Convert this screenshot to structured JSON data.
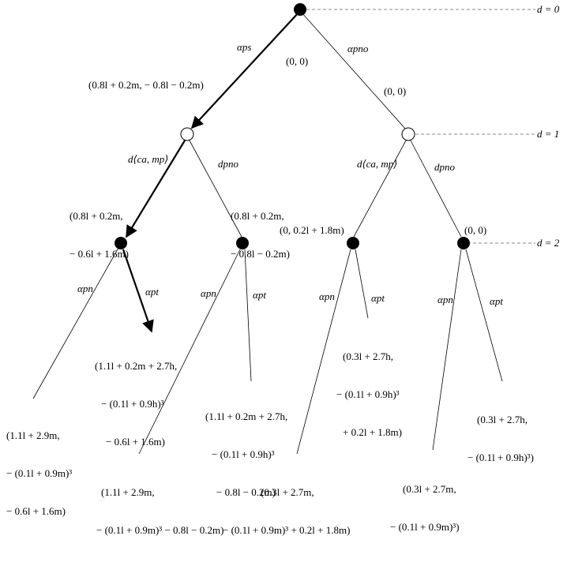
{
  "depth_labels": {
    "d0": "d = 0",
    "d1": "d = 1",
    "d2": "d = 2"
  },
  "edges": {
    "root_left": "αps",
    "root_right": "αpno",
    "n1L_left": "d⟨ca, mp⟩",
    "n1L_right": "dpno",
    "n1R_left": "d⟨ca, mp⟩",
    "n1R_right": "dpno",
    "n2a_left": "αpn",
    "n2a_right": "αpt",
    "n2b_left": "αpn",
    "n2b_right": "αpt",
    "n2c_left": "αpn",
    "n2c_right": "αpt",
    "n2d_left": "αpn",
    "n2d_right": "αpt"
  },
  "payoffs": {
    "root_center": "(0, 0)",
    "n1L": "(0.8l + 0.2m, − 0.8l − 0.2m)",
    "n1R": "(0, 0)",
    "n2a": [
      "(0.8l + 0.2m,",
      "− 0.6l + 1.6m)"
    ],
    "n2b": [
      "(0.8l + 0.2m,",
      "− 0.8l − 0.2m)"
    ],
    "n2c": "(0, 0.2l + 1.8m)",
    "n2d": "(0, 0)",
    "leaf_a_pt": [
      "(1.1l + 0.2m + 2.7h,",
      "− (0.1l + 0.9h)³",
      "− 0.6l + 1.6m)"
    ],
    "leaf_a_pn": [
      "(1.1l + 2.9m,",
      "− (0.1l + 0.9m)³",
      "− 0.6l + 1.6m)"
    ],
    "leaf_b_pt": [
      "(1.1l + 0.2m + 2.7h,",
      "− (0.1l + 0.9h)³",
      "− 0.8l − 0.2m)"
    ],
    "leaf_b_pn": [
      "(1.1l + 2.9m,",
      "− (0.1l + 0.9m)³ − 0.8l − 0.2m)"
    ],
    "leaf_c_pt": [
      "(0.3l + 2.7h,",
      "− (0.1l + 0.9h)³",
      "+ 0.2l + 1.8m)"
    ],
    "leaf_c_pn": [
      "(0.3l + 2.7m,",
      "− (0.1l + 0.9m)³ + 0.2l + 1.8m)"
    ],
    "leaf_d_pt": [
      "(0.3l + 2.7h,",
      "− (0.1l + 0.9h)³)"
    ],
    "leaf_d_pn": [
      "(0.3l + 2.7m,",
      "− (0.1l + 0.9m)³)"
    ]
  }
}
